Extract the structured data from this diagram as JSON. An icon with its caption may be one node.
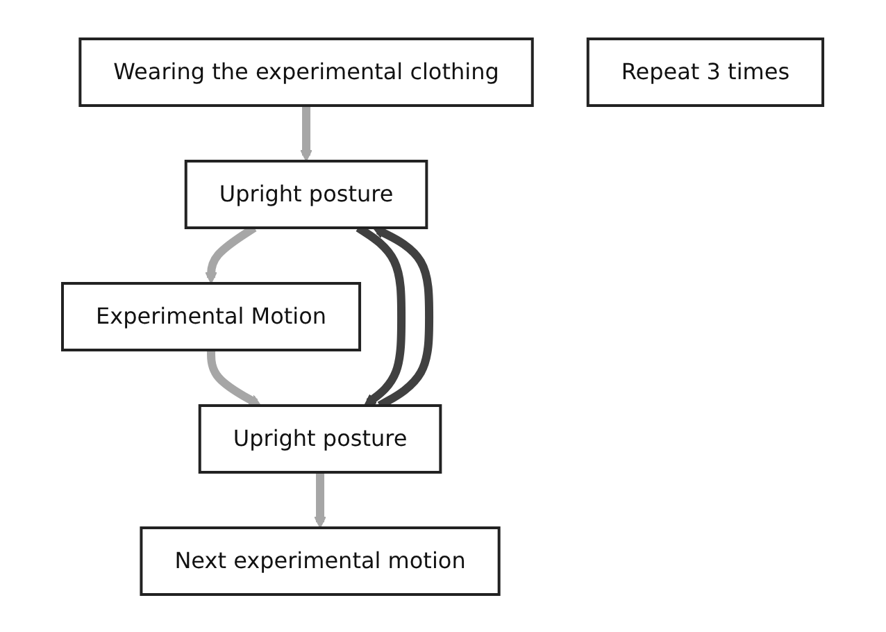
{
  "diagram": {
    "nodes": [
      {
        "text": [
          "Wearing the experimental clothing"
        ]
      },
      {
        "text": [
          "Upright posture"
        ]
      },
      {
        "text": [
          "Experimental Motion"
        ]
      },
      {
        "text": [
          "Upright posture"
        ]
      },
      {
        "text": [
          "Next experimental motion"
        ]
      },
      {
        "text": [
          "Repeat 3 times"
        ]
      }
    ],
    "edges": [
      {
        "from": 0,
        "to": 1,
        "arrow": "to"
      },
      {
        "from": 1,
        "to": 2,
        "arrow": "to"
      },
      {
        "from": 2,
        "to": 3,
        "arrow": "to"
      },
      {
        "from": 3,
        "to": 4,
        "arrow": "to"
      },
      {
        "from": 3,
        "to": 1,
        "arrow": "to",
        "color": "#404040"
      },
      {
        "from": 1,
        "to": 3,
        "arrow": "to",
        "color": "#404040"
      }
    ]
  }
}
